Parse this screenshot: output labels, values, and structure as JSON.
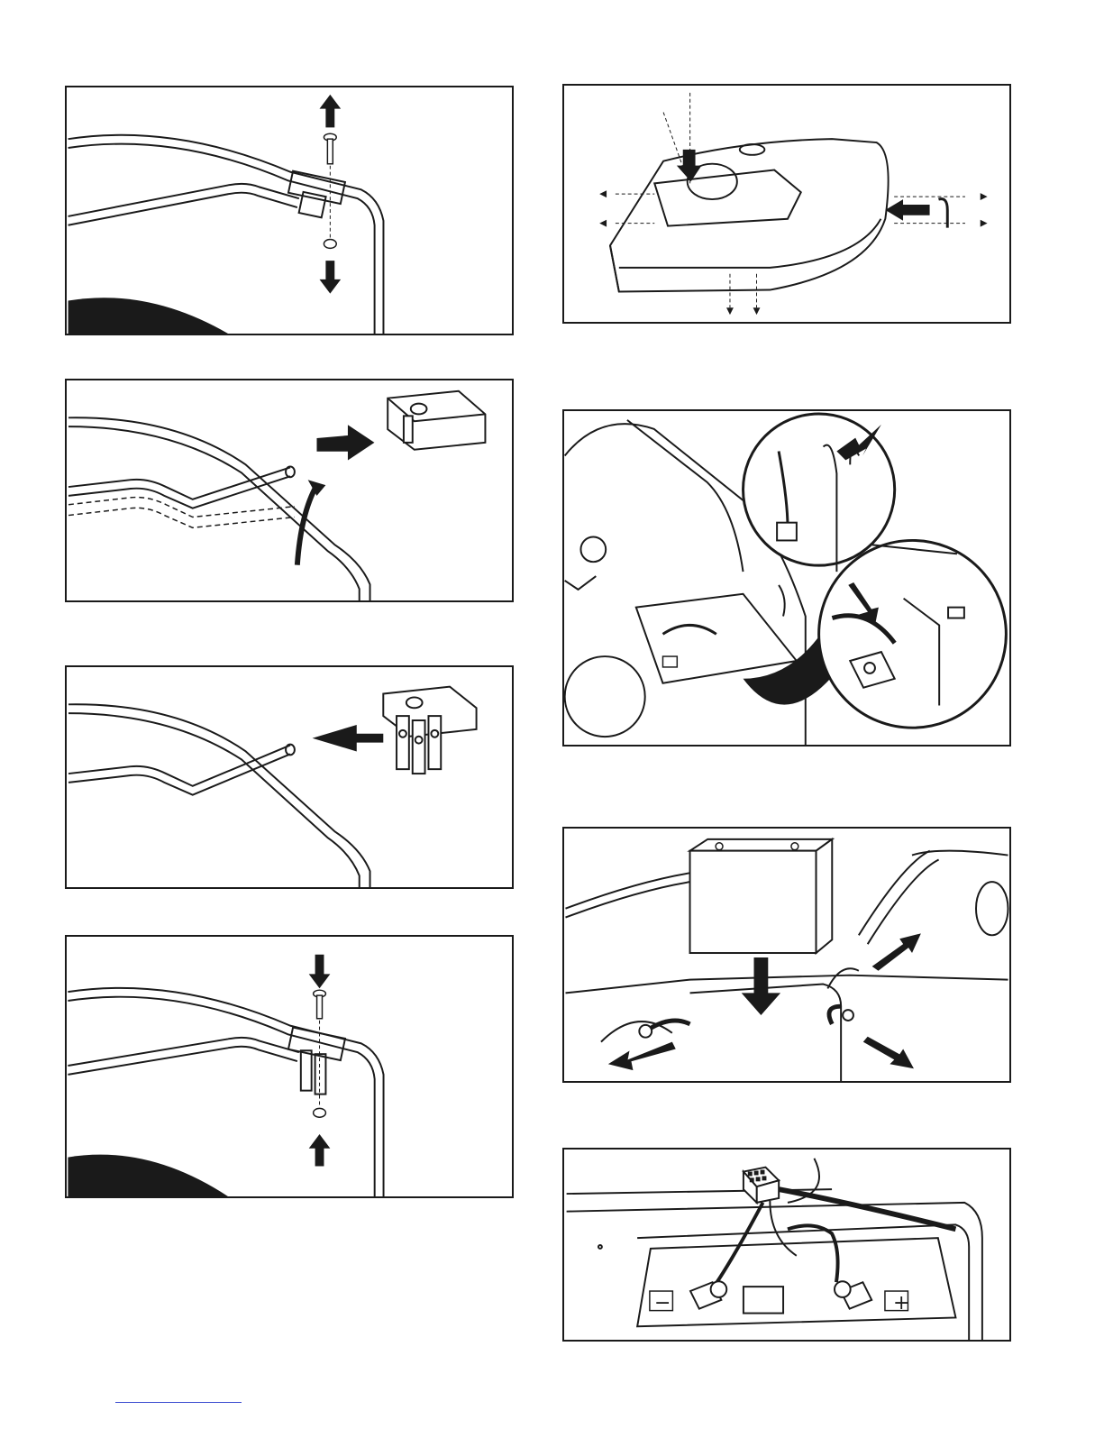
{
  "page": {
    "panels": [
      {
        "id": "remove-bolt",
        "description_label": ""
      },
      {
        "id": "rotate-handle",
        "description_label": ""
      },
      {
        "id": "attach-bracket",
        "description_label": ""
      },
      {
        "id": "reinstall-bolt",
        "description_label": ""
      },
      {
        "id": "install-cover",
        "description_label": ""
      },
      {
        "id": "route-cable",
        "description_label": ""
      },
      {
        "id": "install-battery",
        "description_label": ""
      },
      {
        "id": "connect-terminals",
        "description_label": ""
      }
    ],
    "terminal_labels": {
      "negative": "−",
      "positive": "+"
    },
    "colors": {
      "line": "#1a1a1a",
      "arrow": "#1a1a1a",
      "link": "#3a4bd0"
    }
  }
}
